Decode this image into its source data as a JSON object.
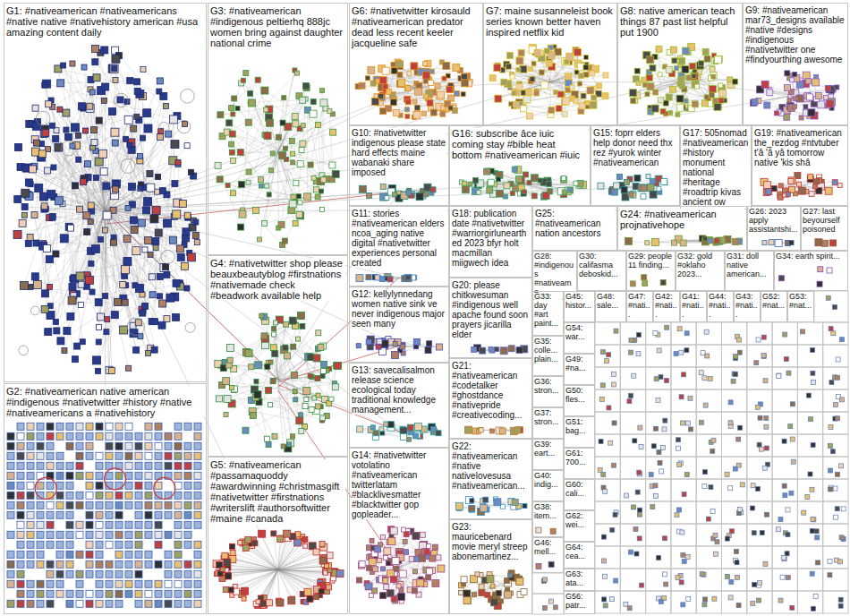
{
  "diagram": {
    "nodes": [
      {
        "text": [
          "G1: #nativeamerican #nativeamericans #native native #nativehistory american #usa amazing content daily"
        ]
      },
      {
        "text": [
          "G2: #nativeamerican native american #indigenous #nativetwitter #history #native #nativeamericans a #nativehistory"
        ]
      },
      {
        "text": [
          "G3: #nativeamerican #indigenous peltierhq 888jc women bring against daughter national crime"
        ]
      },
      {
        "text": [
          "G4: #nativetwitter shop please beauxbeautyblog #firstnations #nativemade check #beadwork available help"
        ]
      },
      {
        "text": [
          "G5: #nativeamerican #passamaquoddy #awardwinning #christmasgift #nativetwitter #firstnations #writerslift #authorsoftwitter #maine #canada"
        ]
      },
      {
        "text": [
          "G6: #nativetwitter kirosauld #nativeamerican predator dead less recent keeler jacqueline safe"
        ]
      },
      {
        "text": [
          "G7: maine susanneleist book series known better haven inspired netflix kid"
        ]
      },
      {
        "text": [
          "G8: native american teach things 87 past list helpful put 1900"
        ]
      },
      {
        "text": [
          "G9: #nativeamerican mar73_designs available #native #designs #indigenous #nativetwitter one #findyourthing awesome"
        ]
      },
      {
        "text": [
          "G10: #nativetwitter indigenous please state hard effects maine wabanaki share imposed"
        ]
      },
      {
        "text": [
          "G11: stories #nativeamerican elders ncoa_aging native digital #nativetwitter experiences personal created"
        ]
      },
      {
        "text": [
          "G12: kellylynnedang women native sink ve never indigenous major seen many"
        ]
      },
      {
        "text": [
          "G13: savecalisalmon release science ecological today traditional knowledge management..."
        ]
      },
      {
        "text": [
          "G14: #nativetwitter votolatino #nativeamerican twitterlatam #blacklivesmatter #blacktwitter gop gopleader..."
        ]
      },
      {
        "text": [
          "G15: foprr elders help donor need thx rez #yurok winter #nativeamerican"
        ]
      },
      {
        "text": [
          "G16: subscribe âce iuic coming stay #bible heat bottom #nativeamerican #iuic"
        ]
      },
      {
        "text": [
          "G17: 505nomad #nativeamerican #history monument national #heritage #roadtrip kivas ancient ow"
        ]
      },
      {
        "text": [
          "G18: publication date #nativetwitter #warriorgirlunearthed 2023 bfyr holt macmillan miigwech idea"
        ]
      },
      {
        "text": [
          "G19: #nativeamerican the_rezdog #ntvtuber t'â 'â yâ tomorrow native 'kis shâ"
        ]
      },
      {
        "text": [
          "G20: please chitkwesuman #indigenous well apache found soon prayers jicarilla elder"
        ]
      },
      {
        "text": [
          "G21: #nativeamerican #codetalker #ghostdance #nativepride #creativecoding..."
        ]
      },
      {
        "text": [
          "G22: #nativeamerican #native nativelovesusa #nativeamerican..."
        ]
      },
      {
        "text": [
          "G23: mauricebenard movie meryl streep abonemartinez..."
        ]
      },
      {
        "text": [
          "G24: #nativeamerican projnativehope"
        ]
      },
      {
        "text": [
          "G25: #nativeamerican nation ancestors"
        ]
      },
      {
        "text": [
          "G26: 2023 apply assistantshi..."
        ]
      },
      {
        "text": [
          "G27: last beyourself poisoned"
        ]
      },
      {
        "text": [
          "G28: #indigenous #nativeame..."
        ]
      },
      {
        "text": [
          "G29: people 11 finding..."
        ]
      },
      {
        "text": [
          "G30: califasma deboskid..."
        ]
      },
      {
        "text": [
          "G31: doll native american..."
        ]
      },
      {
        "text": [
          "G32: gold #oklaho 2023..."
        ]
      },
      {
        "text": [
          "G33: day #art paint..."
        ]
      },
      {
        "text": [
          "G34: earth spirit..."
        ]
      },
      {
        "text": [
          "G35: colle... plain..."
        ]
      },
      {
        "text": [
          "G36: stron..."
        ]
      },
      {
        "text": [
          "G37: stron..."
        ]
      },
      {
        "text": [
          "G38: item..."
        ]
      },
      {
        "text": [
          "G39: eart..."
        ]
      },
      {
        "text": [
          "G40: indig..."
        ]
      },
      {
        "text": [
          "G41: #nati..."
        ]
      },
      {
        "text": [
          "G42: #nati..."
        ]
      },
      {
        "text": [
          "G43: #nati..."
        ]
      },
      {
        "text": [
          "G44: #nati..."
        ]
      },
      {
        "text": [
          "G45: histor..."
        ]
      },
      {
        "text": [
          "G46: mell..."
        ]
      },
      {
        "text": [
          "G47: #nati..."
        ]
      },
      {
        "text": [
          "G48: sale..."
        ]
      },
      {
        "text": [
          "G49: #na..."
        ]
      },
      {
        "text": [
          "G50: fles..."
        ]
      },
      {
        "text": [
          "G51: bag..."
        ]
      },
      {
        "text": [
          "G52: #nat..."
        ]
      },
      {
        "text": [
          "G53: #nat..."
        ]
      },
      {
        "text": [
          "G54: war..."
        ]
      },
      {
        "text": [
          "G56: patr..."
        ]
      },
      {
        "text": [
          "G60: cali..."
        ]
      },
      {
        "text": [
          "G61: 700..."
        ]
      },
      {
        "text": [
          "G62: wei..."
        ]
      },
      {
        "text": [
          "G63: ata..."
        ]
      },
      {
        "text": [
          "G64: cea..."
        ]
      }
    ]
  }
}
